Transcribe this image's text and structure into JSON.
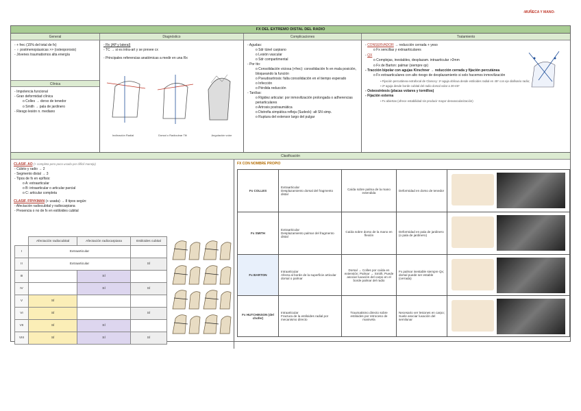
{
  "topic_tag": "-MUÑECA Y MANO-",
  "title": "FX DEL EXTREMO DISTAL DEL RADIO",
  "sections": {
    "general": "General",
    "diagnostico": "Diagnóstico",
    "complicaciones": "Complicaciones",
    "tratamiento": "Tratamiento",
    "clinica": "Clínica",
    "clasificacion": "Clasificación"
  },
  "general_items": [
    "+ frec (15% del total de fx)",
    "♀ postmenopáusicas >> (osteoporosis)",
    "Jóvenes traumatismos alta energía"
  ],
  "clinica_items": [
    "Impotencia funcional",
    "Gran deformidad clínica"
  ],
  "clinica_sub": [
    "Colles → dorso de tenedor",
    "Smith → pala de jardinero"
  ],
  "clinica_last": "Riesgo lesión n. mediano",
  "diag_items": [
    "Rx (AP y lateral)",
    "TC → si es intra-art y se prevee cx",
    "Principales referencias anatómicas a medir en una Rx"
  ],
  "diag_captions": [
    "Inclinación Radial",
    "Dorsal o Radioulnar Tilt",
    "Angulación volar"
  ],
  "comp_items": {
    "agudas": "Agudas:",
    "agudas_sub": [
      "Sdr túnel carpiano",
      "Lesión vascular",
      "Sdr compartimental"
    ],
    "portto": "Por tto:",
    "portto_sub": [
      "Consolidación viciosa (+frec): consolidación fx en mala posición, bloqueando la función",
      "Pseudoartrosis: falta consolidación en el tiempo esperado",
      "Infección",
      "Pérdida reducción"
    ],
    "tardias": "Tardías:",
    "tardias_sub": [
      "Rigidez articular: por inmovilización prolongada o adherencias periarticulares",
      "Artrosis postraumática",
      "Distrofia simpática refleja (Sudeck): alt SN simp.",
      "Ruptura del extensor largo del pulgar"
    ]
  },
  "trat": {
    "conservador": "CONSERVADOR",
    "conservador_text": " → reducción cerrada + yeso",
    "conservador_sub": "Fx sencillas y extraarticulares",
    "qx": "QX",
    "qx_sub1": "Complejas, inestables, desplazam. intraarticular >2mm",
    "qx_sub2": "Fx de Barton: palmar (siempre qx)",
    "kirschner": "Tracción bipolar con agujas Kirschner → reducción cerrada y fijación percutánea",
    "kirschner_sub": "Fx extraarticulares con alto riesgo de desplazamiento si solo hacemos inmovilización",
    "kirschner_sub2a": "Fijación percutánea extrafocal de Clancey: 1ª aguja oblicua desde estiloides radial en 45º con eje diafisario radio;",
    "kirschner_sub2b": "2ª aguja desde borde cubital del radio dorsal volar a 30-45º",
    "osteo": "Osteosíntesis (placas volares y tornillos)",
    "fijacion": "Fijación externa",
    "fijacion_sub": "Fx abiertas (ofrece estabilidad sin producir mayor desvascularización)"
  },
  "ao": {
    "title": "CLASIF. AO",
    "note": "(+ completa pero poco usada por difícil manejo)",
    "items": [
      "Cúbito y radio → 2",
      "Segmento distal → 3",
      "Tipos de fx en epífisis:"
    ],
    "sub": [
      "A: extraarticular",
      "B: intraarticular o articular parcial",
      "C: articular completa"
    ]
  },
  "frykman": {
    "title": "CLASIF. FRYKMAN",
    "note": " (+ usada) → 8 tipos según:",
    "items": [
      "Afectación radiocubital y radiocarpiana",
      "Presencia o no de fx en estiloides cubital"
    ],
    "headers": [
      "Afectación radiocubital",
      "Afectación radiocarpiana",
      "Estiloides cubital"
    ],
    "rows": [
      {
        "n": "I",
        "rc": "Extraarticular",
        "rcp": "",
        "est": ""
      },
      {
        "n": "II",
        "rc": "Extraarticular",
        "rcp": "",
        "est": "SÍ"
      },
      {
        "n": "III",
        "rc": "",
        "rcp": "SÍ",
        "est": ""
      },
      {
        "n": "IV",
        "rc": "",
        "rcp": "SÍ",
        "est": "SÍ"
      },
      {
        "n": "V",
        "rc": "SÍ",
        "rcp": "",
        "est": ""
      },
      {
        "n": "VI",
        "rc": "SÍ",
        "rcp": "",
        "est": "SÍ"
      },
      {
        "n": "VII",
        "rc": "SÍ",
        "rcp": "SÍ",
        "est": ""
      },
      {
        "n": "VIII",
        "rc": "SÍ",
        "rcp": "SÍ",
        "est": "SÍ"
      }
    ]
  },
  "propio": {
    "title": "FX CON NOMBRE PROPIO",
    "rows": [
      {
        "name": "Fx COLLES",
        "desc1": "Extraarticular",
        "desc2": "Desplazamiento dorsal del fragmento distal",
        "mech": "Caída sobre palma de la mano extendida",
        "deform": "Deformidad en dorso de tenedor"
      },
      {
        "name": "Fx SMITH",
        "desc1": "Extraarticular",
        "desc2": "Desplazamiento palmar del fragmento distal",
        "mech": "Caída sobre dorso de la mano en flexión",
        "deform": "Deformidad en pala de jardinero (o pala de jardinero)"
      },
      {
        "name": "Fx BARTON",
        "desc1": "Intraarticular",
        "desc2": "Afecta al borde de la superficie articular dorsal o palmar",
        "mech": "Dorsal → Colles por caída en extensión; Palmar → Smith; Puede asociar luxación del carpo en el borde palmar del radio",
        "deform": "Fx palmar inestable siempre Qx; dorsal puede ser estable (cerrada)"
      },
      {
        "name": "Fx HUTCHINSON (del chofer)",
        "desc1": "Intraarticular",
        "desc2": "Fractura de la estiloides radial por mecanismo directo",
        "mech": "Traumatismo directo sobre estiloides por retroceso de manivela",
        "deform": "Necesario ver lesiones en carpo; Suele asociar luxación del semilunar"
      }
    ]
  }
}
